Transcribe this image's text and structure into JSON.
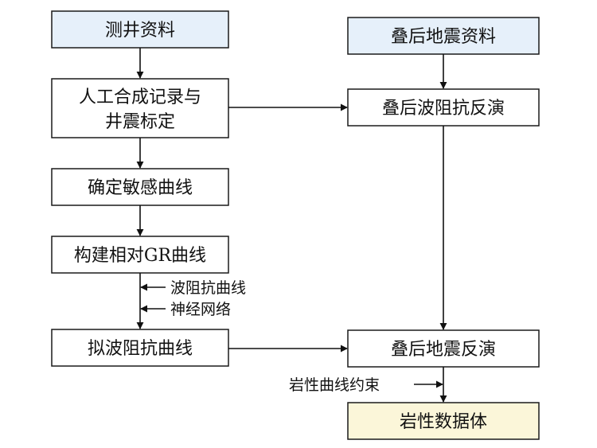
{
  "colors": {
    "data_fill": "#e6f0fa",
    "result_fill": "#fbf6d9",
    "plain_fill": "#ffffff",
    "line": "#111111"
  },
  "nodes": {
    "well_data": "测井资料",
    "synthetic_calibration_line1": "人工合成记录与",
    "synthetic_calibration_line2": "井震标定",
    "sensitive_curve": "确定敏感曲线",
    "relative_gr": "构建相对GR曲线",
    "pseudo_impedance": "拟波阻抗曲线",
    "poststack_seismic": "叠后地震资料",
    "poststack_impedance": "叠后波阻抗反演",
    "poststack_inversion": "叠后地震反演",
    "lithology_volume": "岩性数据体"
  },
  "side_inputs": {
    "impedance_curve": "波阻抗曲线",
    "neural_network": "神经网络",
    "lithology_constraint": "岩性曲线约束"
  }
}
